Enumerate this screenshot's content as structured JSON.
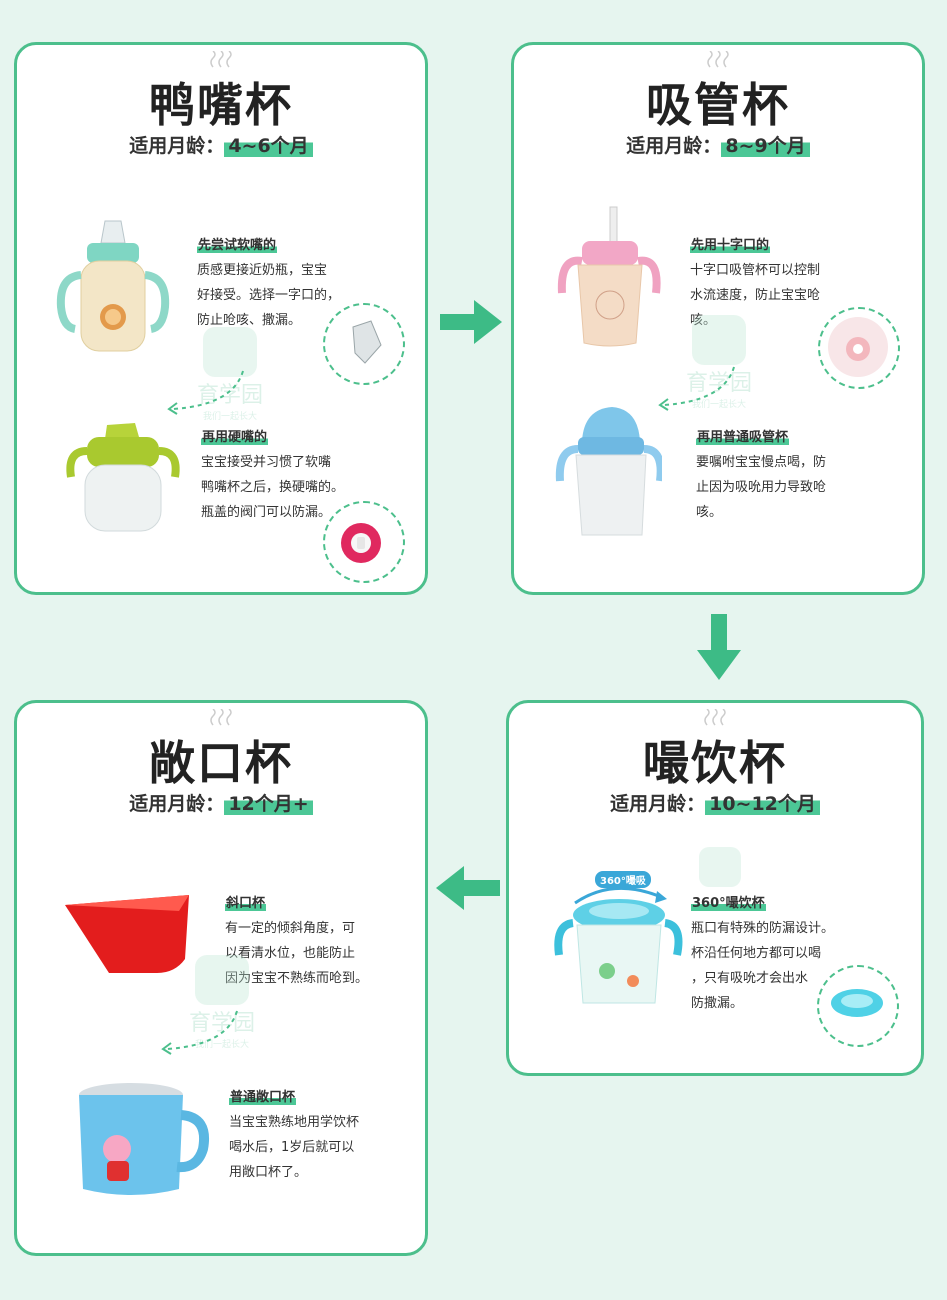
{
  "steps": [
    {
      "title": "鸭嘴杯",
      "age_label": "适用月龄：",
      "age_value": "4~6个月",
      "item1_head": "先尝试软嘴的",
      "item1_lines": [
        "质感更接近奶瓶，宝宝",
        "好接受。选择一字口的，",
        "防止呛咳、撒漏。"
      ],
      "item2_head": "再用硬嘴的",
      "item2_lines": [
        "宝宝接受并习惯了软嘴",
        "鸭嘴杯之后，换硬嘴的。",
        "瓶盖的阀门可以防漏。"
      ]
    },
    {
      "title": "吸管杯",
      "age_label": "适用月龄：",
      "age_value": "8~9个月",
      "item1_head": "先用十字口的",
      "item1_lines": [
        "十字口吸管杯可以控制",
        "水流速度，防止宝宝呛",
        "咳。"
      ],
      "item2_head": "再用普通吸管杯",
      "item2_lines": [
        "要嘱咐宝宝慢点喝，防",
        "止因为吸吮用力导致呛",
        "咳。"
      ]
    },
    {
      "title": "嘬饮杯",
      "age_label": "适用月龄：",
      "age_value": "10~12个月",
      "item1_head": "360°嘬饮杯",
      "item1_lines": [
        "瓶口有特殊的防漏设计。",
        "杯沿任何地方都可以喝",
        "，只有吸吮才会出水",
        "防撒漏。"
      ],
      "badge": "360°嘬吸"
    },
    {
      "title": "敞口杯",
      "age_label": "适用月龄：",
      "age_value": "12个月+",
      "item1_head": "斜口杯",
      "item1_lines": [
        "有一定的倾斜角度，可",
        "以看清水位，也能防止",
        "因为宝宝不熟练而呛到。"
      ],
      "item2_head": "普通敞口杯",
      "item2_lines": [
        "当宝宝熟练地用学饮杯",
        "喝水后，1岁后就可以",
        "用敞口杯了。"
      ]
    }
  ],
  "watermark": {
    "text": "育学园",
    "sub": "我们一起长大"
  },
  "colors": {
    "accent": "#4cbf8c",
    "highlight": "#4cc796",
    "background": "#e6f5ef"
  }
}
